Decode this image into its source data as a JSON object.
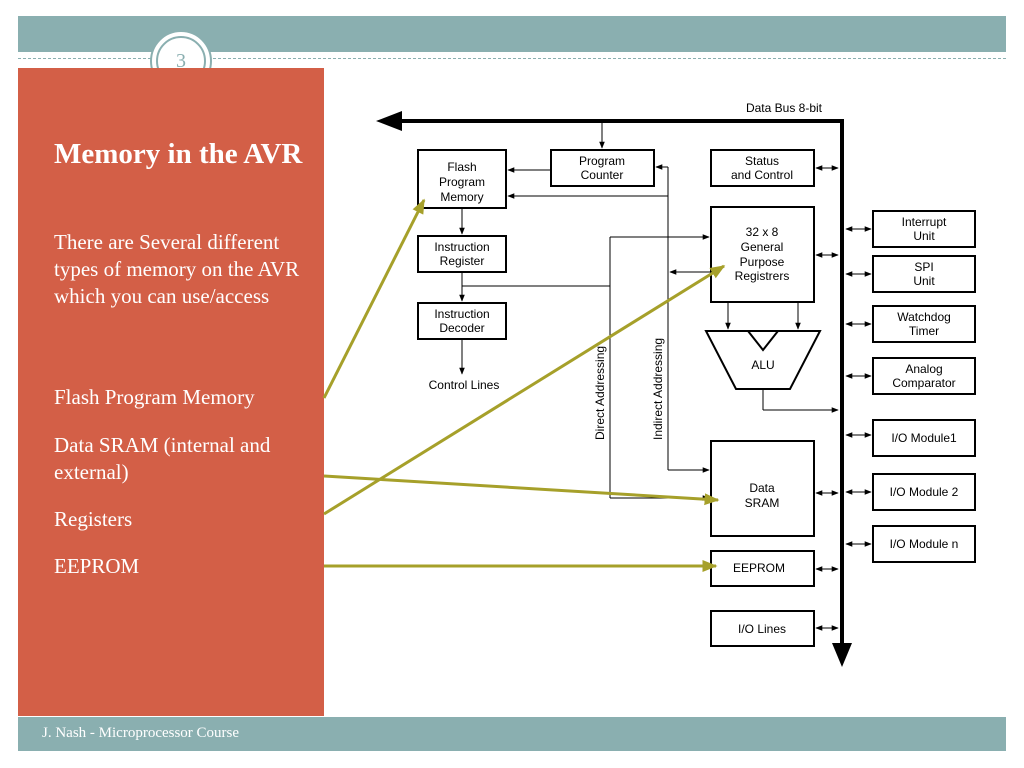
{
  "slide": {
    "number": "3",
    "title": "Memory in the AVR",
    "paragraphs": [
      "There are Several different types of memory on the AVR which you can use/access",
      "Flash Program Memory",
      "Data SRAM (internal and external)",
      "Registers",
      "EEPROM"
    ],
    "footer": "J. Nash - Microprocessor Course"
  },
  "diagram": {
    "bus_label": "Data Bus 8-bit",
    "flash": [
      "Flash",
      "Program",
      "Memory"
    ],
    "program_counter": [
      "Program",
      "Counter"
    ],
    "status_control": [
      "Status",
      "and Control"
    ],
    "instruction_register": [
      "Instruction",
      "Register"
    ],
    "instruction_decoder": [
      "Instruction",
      "Decoder"
    ],
    "control_lines": "Control Lines",
    "gp_registers": [
      "32 x 8",
      "General",
      "Purpose",
      "Registrers"
    ],
    "alu": "ALU",
    "direct_addressing": "Direct Addressing",
    "indirect_addressing": "Indirect Addressing",
    "data_sram": [
      "Data",
      "SRAM"
    ],
    "eeprom": "EEPROM",
    "io_lines": "I/O Lines",
    "interrupt_unit": [
      "Interrupt",
      "Unit"
    ],
    "spi_unit": [
      "SPI",
      "Unit"
    ],
    "watchdog_timer": [
      "Watchdog",
      "Timer"
    ],
    "analog_comparator": [
      "Analog",
      "Comparator"
    ],
    "io_module_1": "I/O Module1",
    "io_module_2": "I/O Module 2",
    "io_module_n": "I/O Module n"
  },
  "colors": {
    "accent_teal": "#8aafb0",
    "panel_orange": "#d35f47",
    "pointer_olive": "#a6a02a"
  }
}
